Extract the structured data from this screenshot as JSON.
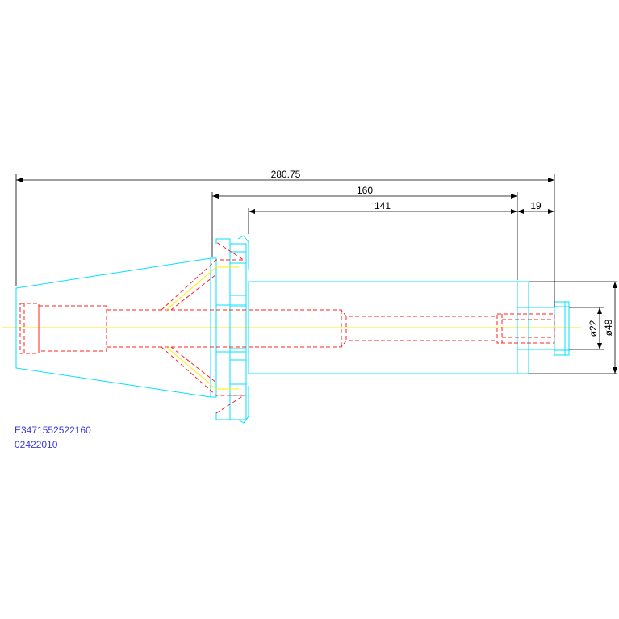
{
  "drawing": {
    "dimensions": {
      "overall_length": "280.75",
      "flange_to_end": "160",
      "body_length": "141",
      "nose_length": "19",
      "bore_diameter": "ø22",
      "outer_diameter": "ø48"
    },
    "colors": {
      "outline": "#00e0ff",
      "hidden": "#ff2020",
      "centerline": "#ffee00",
      "dimension": "#000000",
      "text": "#3b3bd6"
    }
  },
  "part_code": {
    "line1": "E3471552522160",
    "line2": "02422010"
  }
}
